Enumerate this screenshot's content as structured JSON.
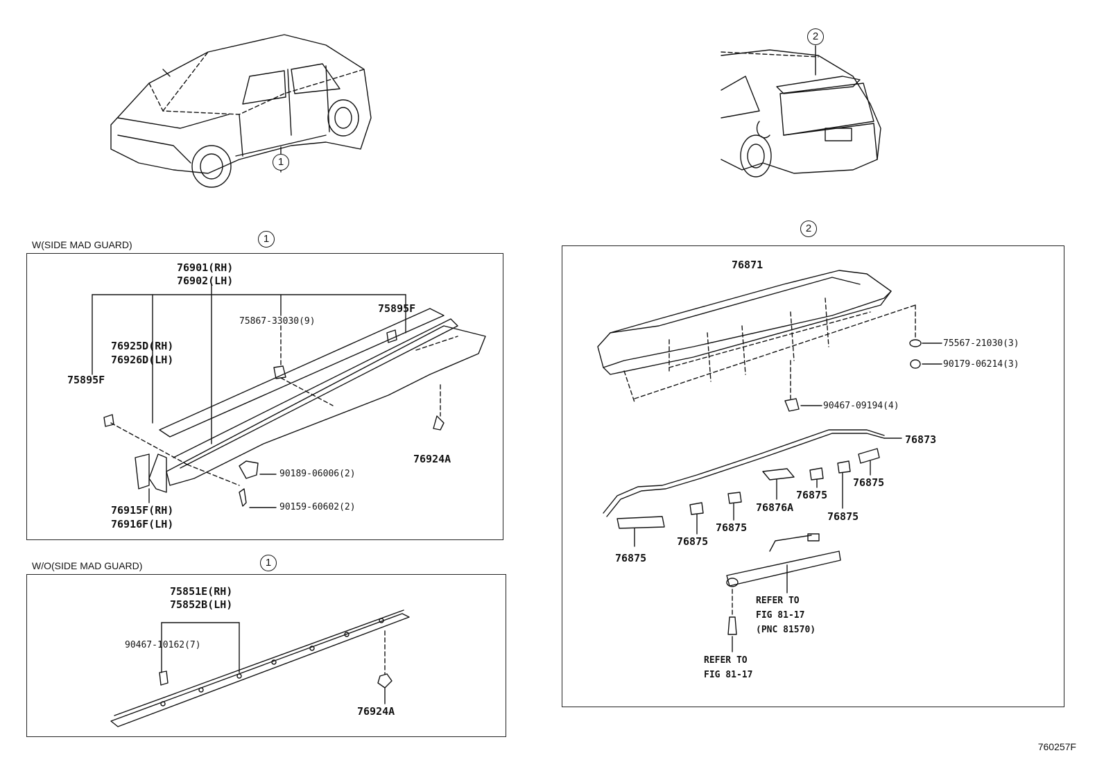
{
  "callouts": {
    "one": "1",
    "two": "2"
  },
  "sections": {
    "with_guard": {
      "title": "W(SIDE MAD GUARD)",
      "parts": {
        "rocker_rh": "76901(RH)",
        "rocker_lh": "76902(LH)",
        "clip": "75867-33030(9)",
        "tape_right": "75895F",
        "tape_left": "75895F",
        "panel_rh": "76925D(RH)",
        "panel_lh": "76926D(LH)",
        "nut": "76924A",
        "clip2": "90189-06006(2)",
        "screw": "90159-60602(2)",
        "flap_rh": "76915F(RH)",
        "flap_lh": "76916F(LH)"
      }
    },
    "without_guard": {
      "title": "W/O(SIDE MAD GUARD)",
      "parts": {
        "molding_rh": "75851E(RH)",
        "molding_lh": "75852B(LH)",
        "clip": "90467-10162(7)",
        "nut": "76924A"
      }
    },
    "spoiler": {
      "parts": {
        "spoiler": "76871",
        "nut1": "75567-21030(3)",
        "nut2": "90179-06214(3)",
        "clip": "90467-09194(4)",
        "seal": "76873",
        "pad_a": "76875",
        "pad_b": "76875",
        "pad_c": "76875",
        "pad_d": "76875",
        "pad_e": "76875",
        "pad_f": "76875",
        "plate": "76876A",
        "refer1_line1": "REFER TO",
        "refer1_line2": "FIG 81-17",
        "refer1_line3": "(PNC 81570)",
        "refer2_line1": "REFER TO",
        "refer2_line2": "FIG 81-17"
      }
    }
  },
  "figure_code": "760257F"
}
